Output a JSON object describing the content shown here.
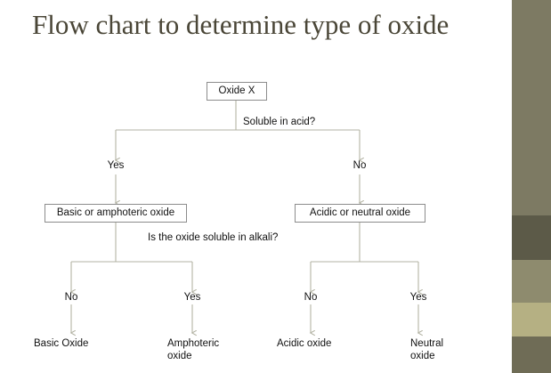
{
  "slide": {
    "title": "Flow chart to determine type of oxide",
    "accent_colors": {
      "title_text": "#4a4637",
      "rail_1": "#7d7a63",
      "rail_2": "#5c5a48",
      "rail_3": "#8e8b6e",
      "rail_4": "#b5b083",
      "rail_5": "#6f6c56",
      "box_border": "#8c8c8c",
      "arrow": "#b3b3a4"
    }
  },
  "flow": {
    "root": "Oxide X",
    "question_1": "Soluble in acid?",
    "branch_1_left": "Yes",
    "branch_1_right": "No",
    "node_left": "Basic or amphoteric oxide",
    "node_right": "Acidic or neutral oxide",
    "question_2": "Is the oxide soluble in alkali?",
    "branch_2_a": "No",
    "branch_2_b": "Yes",
    "branch_2_c": "No",
    "branch_2_d": "Yes",
    "leaf_a": "Basic Oxide",
    "leaf_b": "Amphoteric oxide",
    "leaf_c": "Acidic oxide",
    "leaf_d": "Neutral oxide"
  }
}
